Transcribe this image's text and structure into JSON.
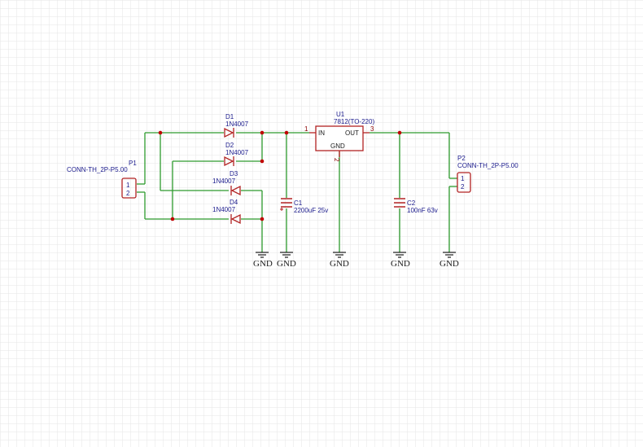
{
  "components": {
    "p1": {
      "ref": "P1",
      "value": "CONN-TH_2P-P5.00",
      "pins": [
        "1",
        "2"
      ]
    },
    "p2": {
      "ref": "P2",
      "value": "CONN-TH_2P-P5.00",
      "pins": [
        "1",
        "2"
      ]
    },
    "d1": {
      "ref": "D1",
      "value": "1N4007"
    },
    "d2": {
      "ref": "D2",
      "value": "1N4007"
    },
    "d3": {
      "ref": "D3",
      "value": "1N4007"
    },
    "d4": {
      "ref": "D4",
      "value": "1N4007"
    },
    "c1": {
      "ref": "C1",
      "value": "2200uF 25v"
    },
    "c2": {
      "ref": "C2",
      "value": "100nF 63v"
    },
    "u1": {
      "ref": "U1",
      "value": "7812(TO-220)",
      "pin_in": "IN",
      "pin_out": "OUT",
      "pin_gnd": "GND",
      "pin1": "1",
      "pin2": "2",
      "pin3": "3"
    }
  },
  "grounds": [
    "GND",
    "GND",
    "GND",
    "GND",
    "GND"
  ],
  "colors": {
    "wire": "#2e9a2e",
    "component": "#b22222",
    "junction": "#c00000",
    "label": "#1a1a8c",
    "grid": "#e6e6e6"
  }
}
